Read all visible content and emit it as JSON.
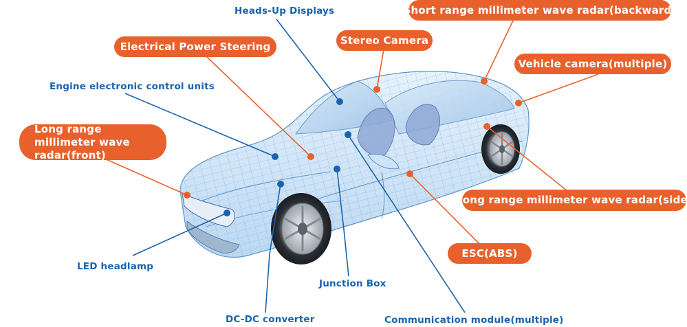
{
  "labels": {
    "headsup": "Heads-Up Displays",
    "short_radar": "Short range millimeter wave radar(backward)",
    "eps": "Electrical Power Steering",
    "stereo": "Stereo Camera",
    "vehicle_cam": "Vehicle camera(multiple)",
    "ecu": "Engine electronic control units",
    "long_front": "Long range millimeter wave radar(front)",
    "long_side": "Long range millimeter wave radar(side)",
    "esc": "ESC(ABS)",
    "led": "LED headlamp",
    "junction": "Junction Box",
    "dcdc": "DC-DC converter",
    "comm": "Communication module(multiple)"
  },
  "colors": {
    "orange": "#e8612c",
    "blue": "#1a63ad",
    "car_body": "#c9e2f7",
    "car_line": "#5f93c7"
  }
}
